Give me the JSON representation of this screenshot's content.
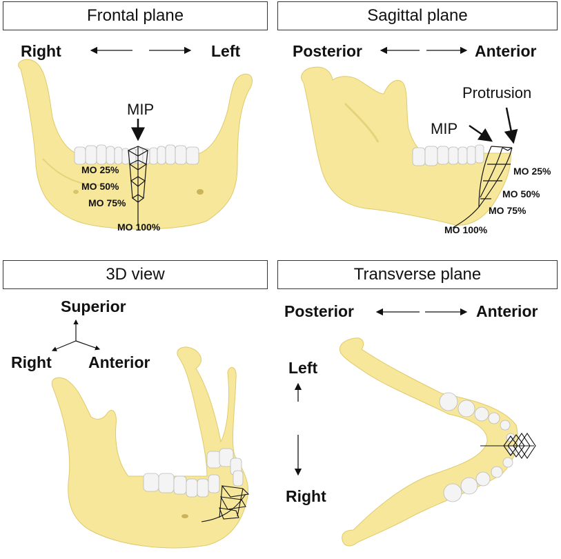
{
  "panels": {
    "frontal": {
      "title": "Frontal plane",
      "left_dir": "Right",
      "right_dir": "Left",
      "marker": "MIP",
      "levels": [
        "MO 25%",
        "MO 50%",
        "MO 75%",
        "MO 100%"
      ]
    },
    "sagittal": {
      "title": "Sagittal plane",
      "left_dir": "Posterior",
      "right_dir": "Anterior",
      "marker": "MIP",
      "marker2": "Protrusion",
      "levels": [
        "MO 25%",
        "MO 50%",
        "MO 75%",
        "MO 100%"
      ]
    },
    "view3d": {
      "title": "3D view",
      "axis_up": "Superior",
      "axis_left": "Right",
      "axis_right": "Anterior"
    },
    "transverse": {
      "title": "Transverse plane",
      "left_dir": "Posterior",
      "right_dir": "Anterior",
      "top_dir": "Left",
      "bottom_dir": "Right"
    }
  },
  "colors": {
    "bone": "#f6e79a",
    "bone_shadow": "#e6d27a",
    "tooth": "#f4f4f4",
    "line": "#111111"
  }
}
